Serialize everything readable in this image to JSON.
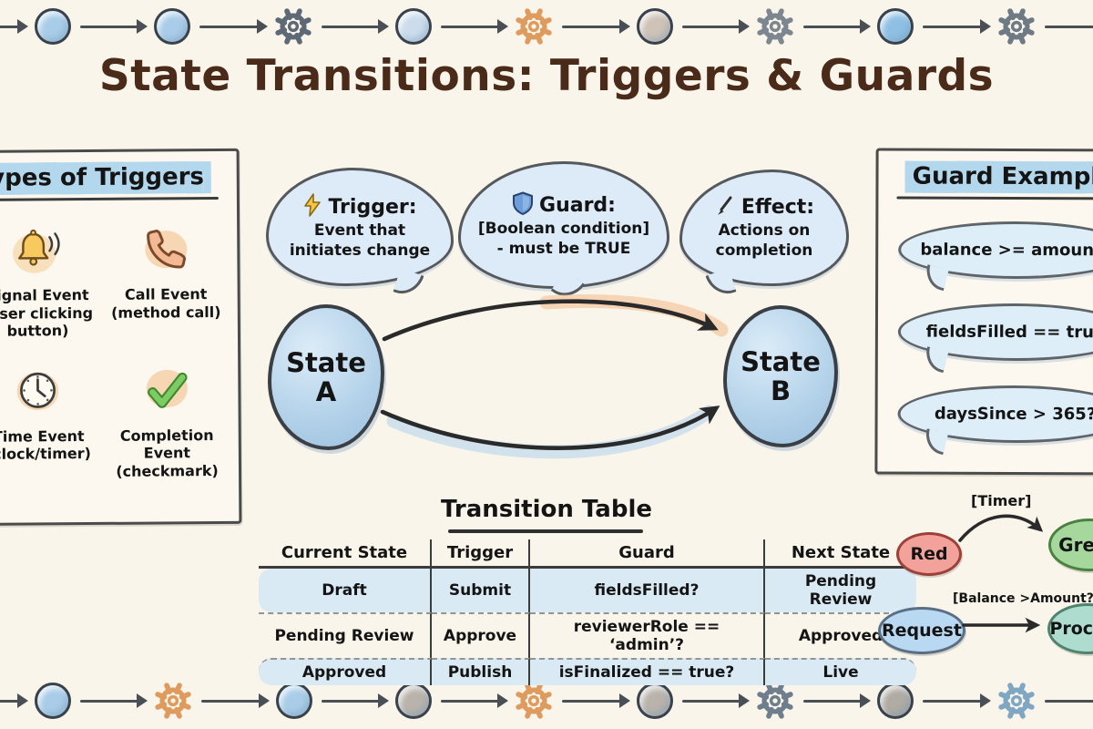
{
  "title": "State Transitions: Triggers & Guards",
  "colors": {
    "background": "#faf5ea",
    "title_text": "#4a2b1a",
    "bubble_fill": "#dcebf7",
    "heading_highlight": "#b3d7ec",
    "table_row_highlight": "#d9eaf5",
    "state_fill": "#b5d3ea",
    "arrow_ink": "#2a2a2a",
    "upper_arrow_glow": "#f1bf92",
    "lower_arrow_glow": "#c7ddee"
  },
  "border_top": {
    "nodes": [
      {
        "shape": "circle",
        "color": "#a9cde8"
      },
      {
        "shape": "circle",
        "color": "#a9cde8"
      },
      {
        "shape": "gear",
        "color": "#5d6a75"
      },
      {
        "shape": "circle",
        "color": "#ccdcec"
      },
      {
        "shape": "gear",
        "color": "#df9a5e"
      },
      {
        "shape": "circle",
        "color": "#cec3b6"
      },
      {
        "shape": "gear",
        "color": "#7c8790"
      },
      {
        "shape": "circle",
        "color": "#8fc0e4"
      },
      {
        "shape": "gear",
        "color": "#6e7a84"
      }
    ]
  },
  "border_bottom": {
    "nodes": [
      {
        "shape": "circle",
        "color": "#a9cde8"
      },
      {
        "shape": "gear",
        "color": "#df9a5e"
      },
      {
        "shape": "circle",
        "color": "#a9cde8"
      },
      {
        "shape": "circle",
        "color": "#b9b3ab"
      },
      {
        "shape": "gear",
        "color": "#df9a5e"
      },
      {
        "shape": "circle",
        "color": "#b9b3ab"
      },
      {
        "shape": "gear",
        "color": "#6f7e8c"
      },
      {
        "shape": "circle",
        "color": "#b0aba3"
      },
      {
        "shape": "gear",
        "color": "#7fa7c4"
      }
    ]
  },
  "trigger_panel": {
    "heading": "Types of Triggers",
    "items": [
      {
        "icon": "bell-icon",
        "label": "Signal Event",
        "sub": "(user clicking button)"
      },
      {
        "icon": "phone-icon",
        "label": "Call Event",
        "sub": "(method call)"
      },
      {
        "icon": "clock-icon",
        "label": "Time Event",
        "sub": "(clock/timer)"
      },
      {
        "icon": "check-icon",
        "label": "Completion Event",
        "sub": "(checkmark)"
      }
    ]
  },
  "annotations": {
    "trigger": {
      "icon": "lightning-icon",
      "title": "Trigger:",
      "lines": [
        "Event that",
        "initiates change"
      ]
    },
    "guard": {
      "icon": "shield-icon",
      "title": "Guard:",
      "lines": [
        "[Boolean condition]",
        "- must be TRUE"
      ]
    },
    "effect": {
      "icon": "pencil-icon",
      "title": "Effect:",
      "lines": [
        "Actions on",
        "completion"
      ]
    }
  },
  "states": {
    "a": {
      "word": "State",
      "letter": "A"
    },
    "b": {
      "word": "State",
      "letter": "B"
    }
  },
  "guard_panel": {
    "heading": "Guard Examples",
    "examples": [
      "balance >= amount?",
      "fieldsFilled == true",
      "daysSince > 365?"
    ]
  },
  "transition_table": {
    "heading": "Transition Table",
    "headers": [
      "Current State",
      "Trigger",
      "Guard",
      "Next State"
    ],
    "rows": [
      {
        "cells": [
          "Draft",
          "Submit",
          "fieldsFilled?",
          "Pending Review"
        ],
        "highlight": true
      },
      {
        "cells": [
          "Pending Review",
          "Approve",
          "reviewerRole == ‘admin’?",
          "Approved"
        ],
        "highlight": false
      },
      {
        "cells": [
          "Approved",
          "Publish",
          "isFinalized == true?",
          "Live"
        ],
        "highlight": true
      }
    ]
  },
  "mini_flows": [
    {
      "from": "Red",
      "from_fill": "#f2a29a",
      "from_border": "#9c4038",
      "label": "[Timer]",
      "to": "Green",
      "to_fill": "#a6d89e",
      "to_border": "#49823f"
    },
    {
      "from": "Request",
      "from_fill": "#b9d8f2",
      "from_border": "#5a6f84",
      "label": "[Balance >Amount?]",
      "to": "Process",
      "to_fill": "#aedccf",
      "to_border": "#4f836f"
    }
  ]
}
